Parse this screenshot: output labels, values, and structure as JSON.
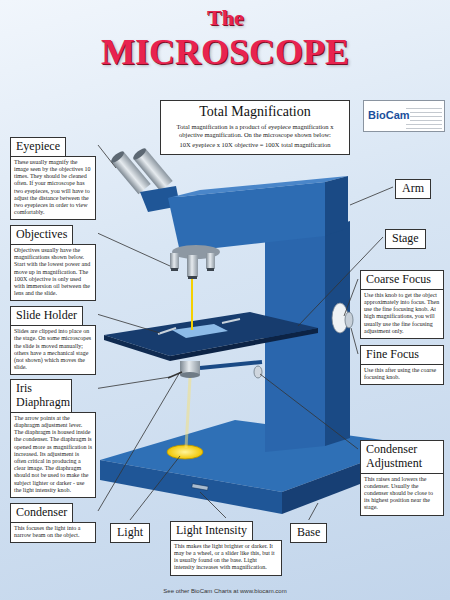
{
  "diagram": {
    "title": "The MICROSCOPE",
    "nodes": [
      {
        "text": [
          "Total Magnification",
          "Total magnification is a product of eyepiece magnification x objective magnification. On the microscope shown below:",
          "10X eyepiece x 10X objective = 100X total magnification"
        ]
      },
      {
        "text": [
          "BioCam"
        ]
      },
      {
        "text": [
          "Eyepiece",
          "These usually magnify the image seen by the objectives 10 times. They should be cleaned often. If your microscope has two eyepieces, you will have to adjust the distance between the two eyepieces in order to view comfortably."
        ]
      },
      {
        "text": [
          "Arm"
        ]
      },
      {
        "text": [
          "Objectives",
          "Objectives usually have the magnifications shown below. Start with the lowest power and move up in magnification. The 100X objective is only used with immersion oil between the lens and the slide."
        ]
      },
      {
        "text": [
          "Stage"
        ]
      },
      {
        "text": [
          "Coarse Focus",
          "Use this knob to get the object approximately into focus. Then use the fine focusing knob. At high magnifications, you will usually use the fine focusing adjustment only."
        ]
      },
      {
        "text": [
          "Slide Holder",
          "Slides are clipped into place on the stage. On some microscopes the slide is moved manually; others have a mechanical stage (not shown) which moves the slide."
        ]
      },
      {
        "text": [
          "Fine Focus",
          "Use this after using the coarse focusing knob."
        ]
      },
      {
        "text": [
          "Iris Diaphragm",
          "The arrow points at the diaphragm adjustment lever. The diaphragm is housed inside the condenser. The diaphragm is opened more as magnification is increased. Its adjustment is often critical in producing a clear image. The diaphragm should not be used to make the subject lighter or darker - use the light intensity knob."
        ]
      },
      {
        "text": [
          "Condenser Adjustment",
          "This raises and lowers the condenser. Usually the condenser should be close to its highest position near the stage."
        ]
      },
      {
        "text": [
          "Condenser",
          "This focuses the light into a narrow beam on the object."
        ]
      },
      {
        "text": [
          "Light"
        ]
      },
      {
        "text": [
          "Light Intensity",
          "This makes the light brighter or darker. It may be a wheel, or a slider like this, but it is usually found on the base. Light intensity increases with magnification."
        ]
      },
      {
        "text": [
          "Base"
        ]
      }
    ],
    "labels": [
      "See other BioCam Charts at www.biocam.com"
    ]
  }
}
